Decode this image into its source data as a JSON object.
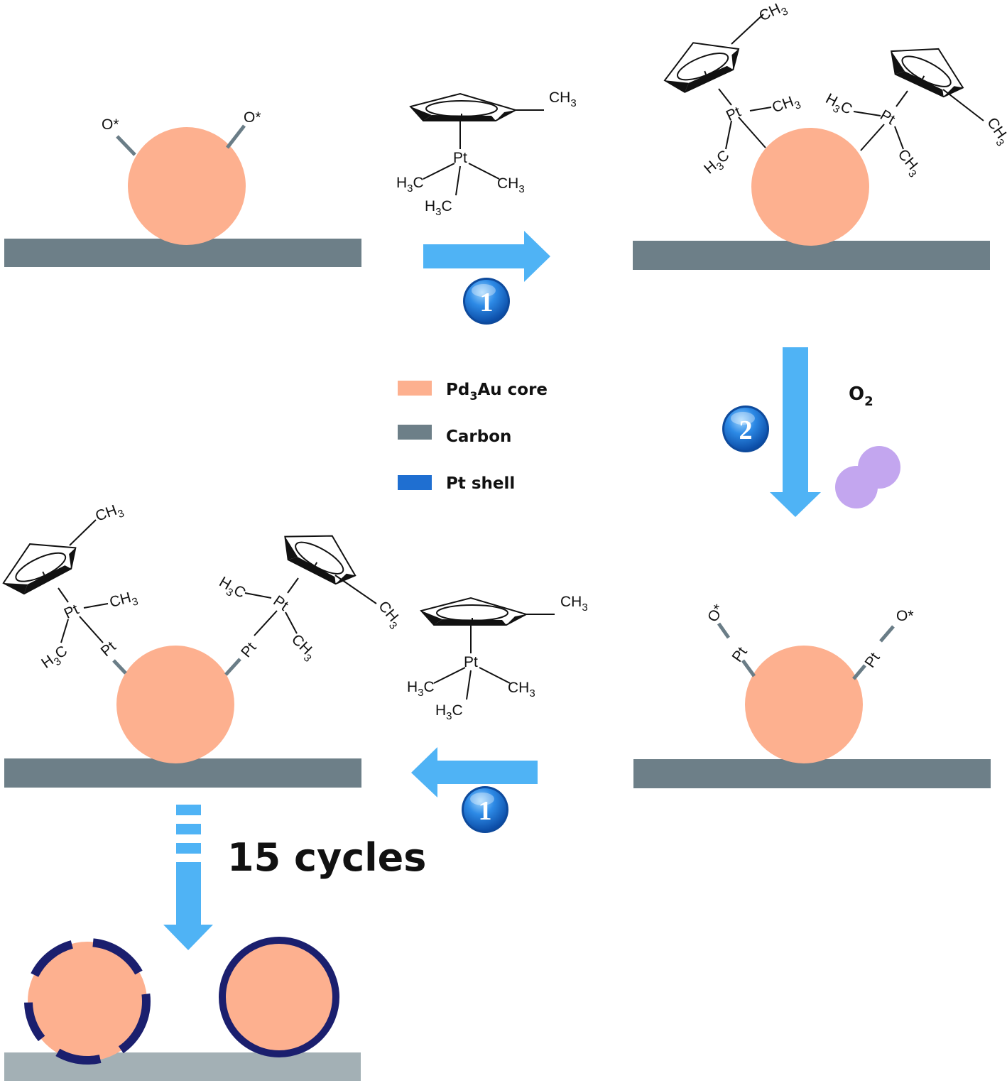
{
  "labels": {
    "o_star": "O*",
    "pt": "Pt",
    "ch3": "CH3",
    "h3c": "H3C",
    "ch_prefix": "CH",
    "hc_prefix": "H",
    "hc_suffix": "C",
    "sub3": "3",
    "o2_main": "O",
    "o2_sub": "2",
    "cycles": "15 cycles"
  },
  "steps": {
    "step1": "1",
    "step2": "2"
  },
  "legend": {
    "core_main": "Pd",
    "core_sub": "3",
    "core_rest": "Au core",
    "carbon": "Carbon",
    "shell": "Pt shell"
  },
  "colors": {
    "core": "#fdb08f",
    "carbon": "#6d7f88",
    "carbon_light": "#a3b0b5",
    "arrow": "#4fb3f5",
    "shell_legend": "#1f6fd1",
    "shell_ring": "#1b1f6e",
    "oxygen": "#c3a6ef",
    "badge": "#1c73d8"
  },
  "icons": {
    "molecule": "cyclopentadienyl-platinum-icon",
    "badge": "numbered-step-badge-icon",
    "oxygen": "oxygen-molecule-icon"
  }
}
